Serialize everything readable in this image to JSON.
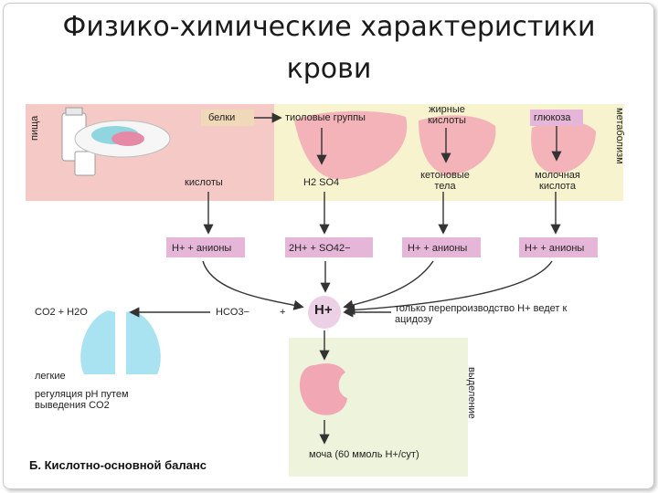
{
  "slide": {
    "title_line1": "Физико-химические характеристики",
    "title_line2": "крови"
  },
  "diagram": {
    "label_food": "пища",
    "label_metabolism": "метаболизм",
    "label_excretion": "выделение",
    "label_proteins": "белки",
    "label_acids": "кислоты",
    "label_thiol": "тиоловые группы",
    "label_fatty_acids": "жирные кислоты",
    "label_glucose": "глюкоза",
    "label_h2so4": "H2 SO4",
    "label_ketone": "кетоновые тела",
    "label_lactic": "молочная кислота",
    "ion1": "H+ + анионы",
    "ion2": "2H+ + SO42−",
    "ion3": "H+ + анионы",
    "ion4": "H+ + анионы",
    "label_co2_h2o": "CO2  +  H2O",
    "label_hco3": "HCO3−",
    "label_plus": "+",
    "label_h_center": "H+",
    "label_overproduction": "только перепроизводство H+ ведет к ацидозу",
    "label_lungs": "легкие",
    "label_regulation": "регуляция pH путем выведения CO2",
    "label_urine": "моча (60 ммоль H+/сут)",
    "caption": "Б. Кислотно-основной баланс"
  },
  "colors": {
    "pink_panel": "#f5c9c6",
    "yellow_panel": "#f7f3cf",
    "green_panel": "#eef3dc",
    "lilac_label": "#e6b6d8",
    "lung_blue": "#a9e3f2",
    "organ_pink": "#f2a7b5"
  }
}
